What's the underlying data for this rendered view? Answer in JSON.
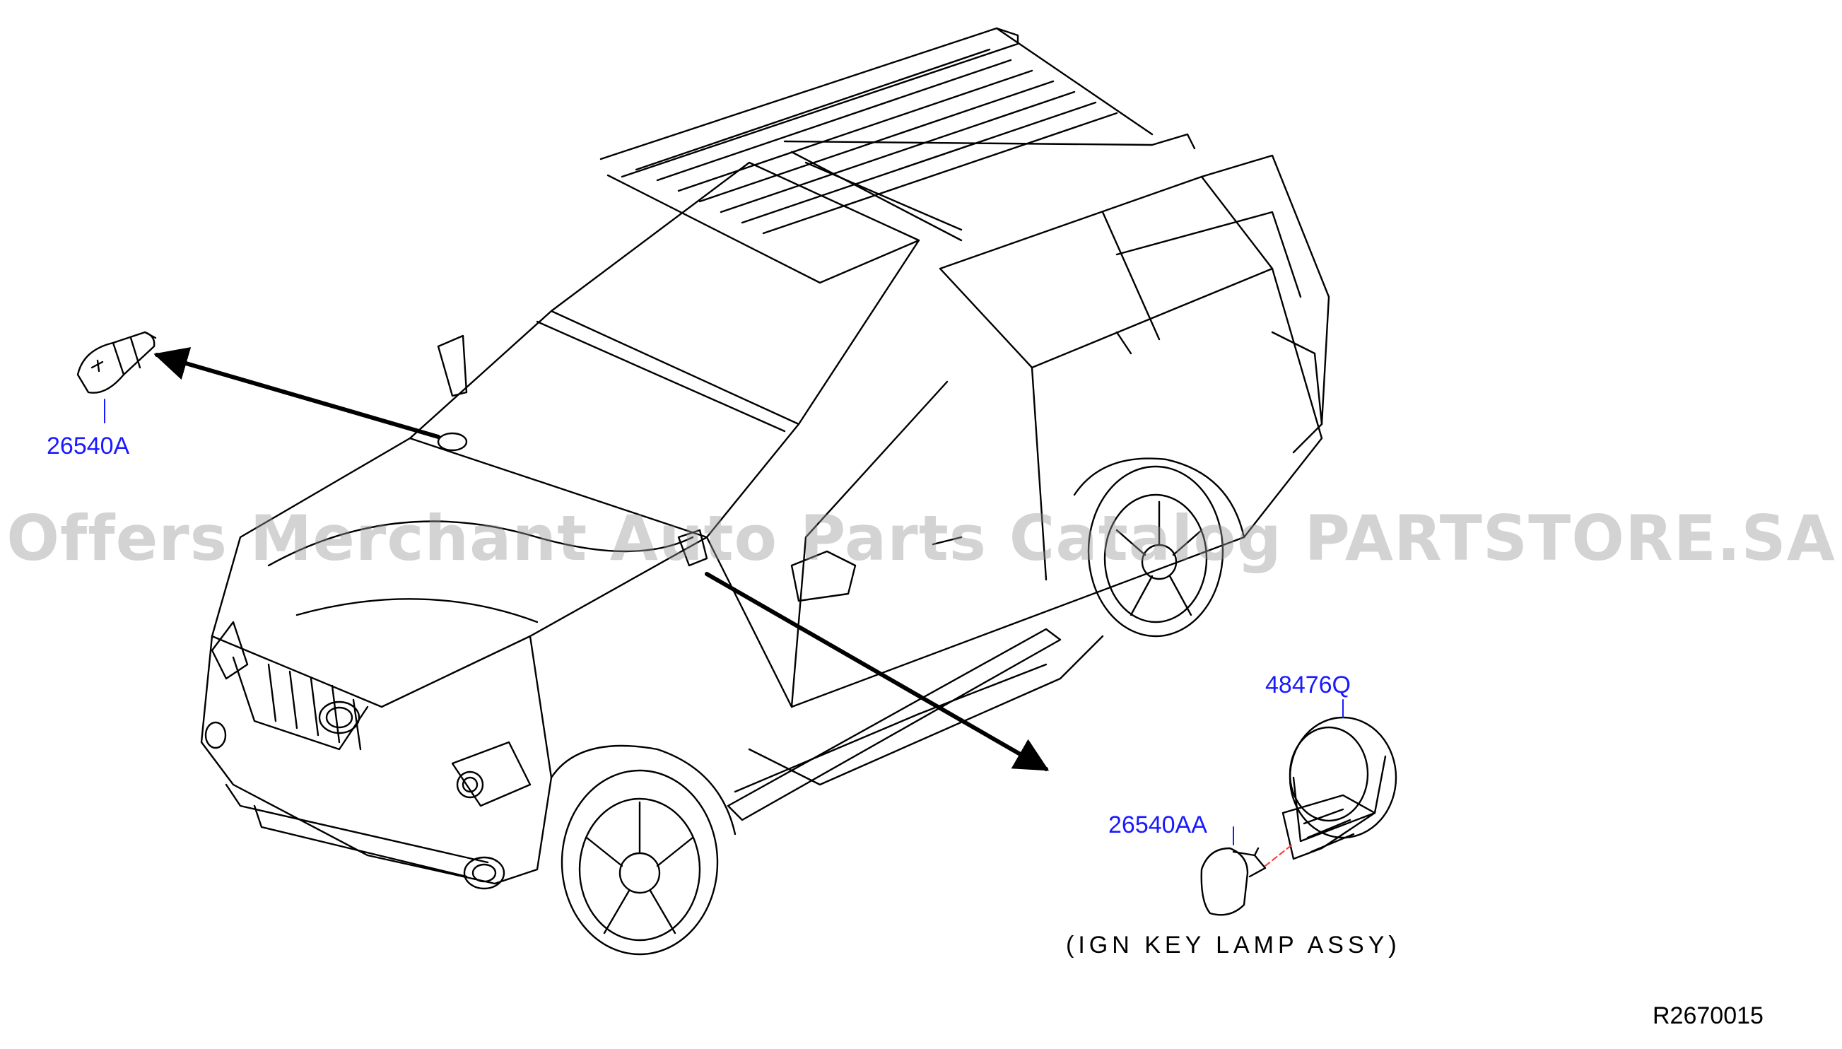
{
  "diagram": {
    "callouts": {
      "part_a": "26540A",
      "part_b": "48476Q",
      "part_c": "26540AA"
    },
    "assembly_caption": "(IGN  KEY  LAMP  ASSY)",
    "reference_code": "R2670015"
  },
  "watermark": "Offers Merchant Auto Parts Catalog PARTSTORE.SA",
  "colors": {
    "line": "#000000",
    "callout_text": "#1a1aff",
    "leader_line": "#1a1aff",
    "exploded_line": "#ff3333"
  }
}
